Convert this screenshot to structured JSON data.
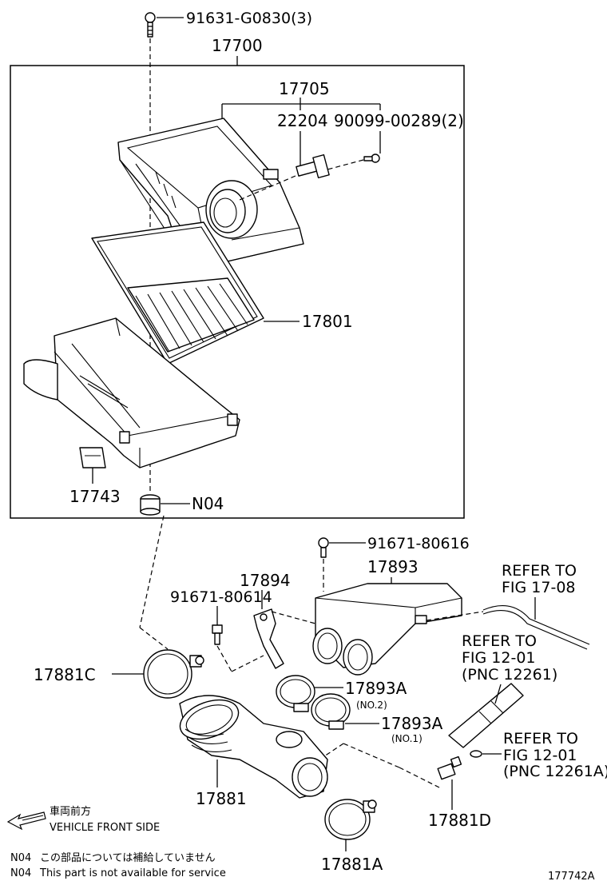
{
  "labels": {
    "bolt_top": "91631-G0830(3)",
    "assy": "17700",
    "cap": "17705",
    "sensor": "22204",
    "sensor_bolt": "90099-00289(2)",
    "filter": "17801",
    "bracket": "17743",
    "grommet_code": "N04",
    "bolt_mid": "91671-80616",
    "bracket_894": "17894",
    "bolt_894": "91671-80614",
    "resonator": "17893",
    "refer1_line1": "REFER TO",
    "refer1_line2": "FIG 17-08",
    "refer2_line1": "REFER TO",
    "refer2_line2": "FIG 12-01",
    "refer2_line3": "(PNC 12261)",
    "refer3_line1": "REFER TO",
    "refer3_line2": "FIG 12-01",
    "refer3_line3": "(PNC 12261A)",
    "clamp_c": "17881C",
    "clamp_893a_1": "17893A",
    "clamp_893a_1_sub": "(NO.2)",
    "clamp_893a_2": "17893A",
    "clamp_893a_2_sub": "(NO.1)",
    "hose": "17881",
    "hose_joint": "17881D",
    "clamp_a": "17881A",
    "front_jp": "車両前方",
    "front_en": "VEHICLE FRONT SIDE",
    "note_jp_code": "N04",
    "note_jp": "この部品については補給していません",
    "note_en_code": "N04",
    "note_en": "This part is not available for service",
    "figure_id": "177742A"
  }
}
